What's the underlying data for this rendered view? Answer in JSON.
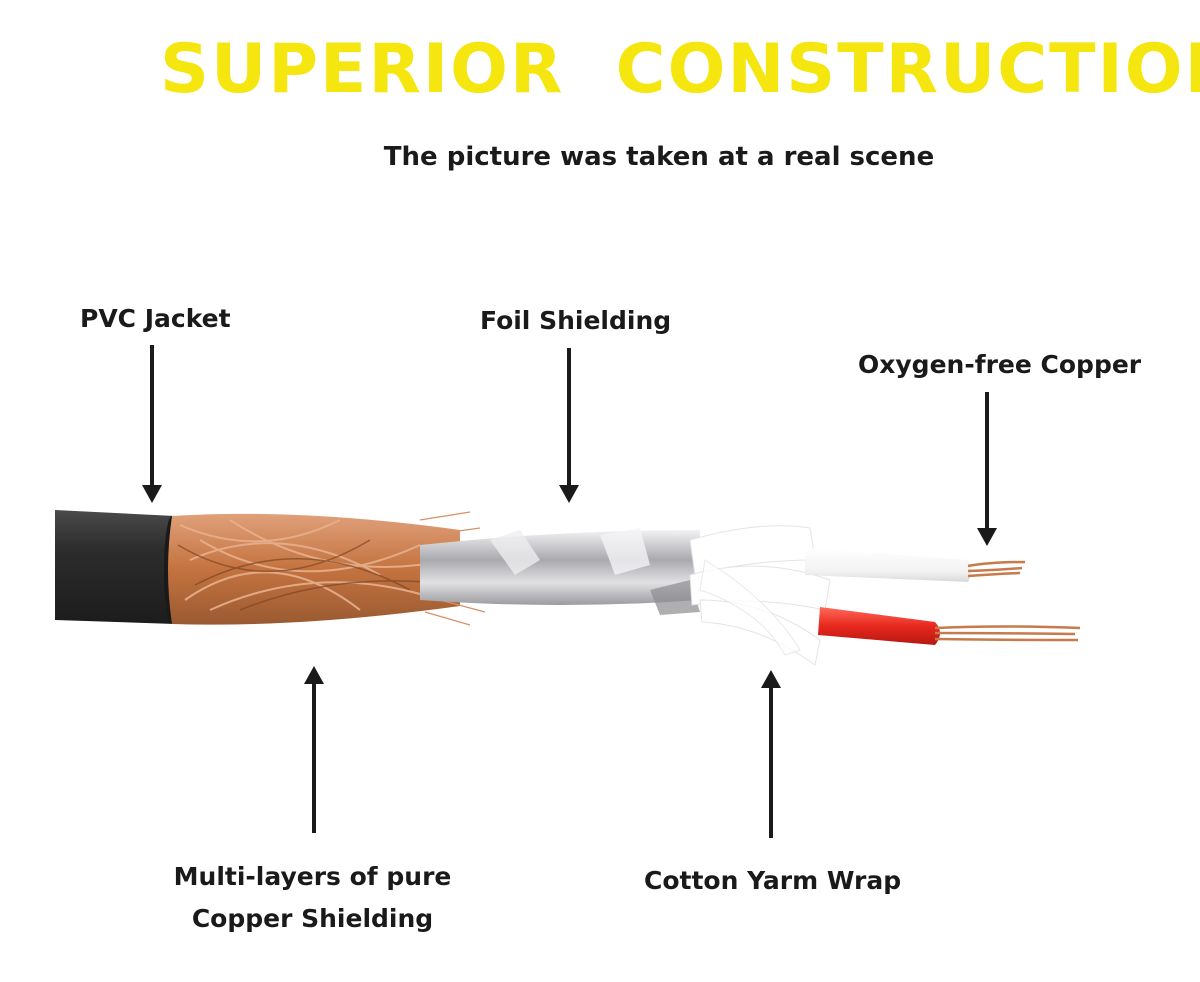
{
  "title": "SUPERIOR  CONSTRUCTION",
  "subtitle": "The picture was taken at a real scene",
  "labels": {
    "pvc_jacket": "PVC Jacket",
    "foil_shielding": "Foil Shielding",
    "oxygen_free_copper": "Oxygen-free Copper",
    "copper_shielding_line1": "Multi-layers of pure",
    "copper_shielding_line2": "Copper Shielding",
    "cotton_wrap": "Cotton Yarm Wrap"
  },
  "colors": {
    "title": "#f5e60f",
    "jacket": "#2b2b2b",
    "copper": "#c8784a",
    "foil": "#c9c9cc",
    "red_insulation": "#e8281e",
    "white_insulation": "#f6f6f6",
    "arrow": "#1a1a1a"
  }
}
